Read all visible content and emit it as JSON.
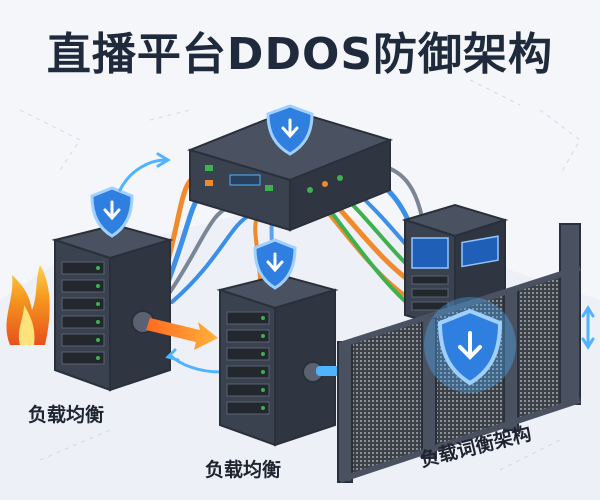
{
  "title": "直播平台DDOS防御架构",
  "labels": {
    "left_server": "负载均衡",
    "middle_server": "负载均衡",
    "gate": "负载词衡架构"
  },
  "colors": {
    "title": "#1f2a3c",
    "server_body": "#3a4250",
    "server_dark": "#2a303b",
    "shield": "#2f7fe0",
    "cable_orange": "#f08a2a",
    "cable_blue": "#3b8fe8",
    "cable_green": "#3fb04f",
    "fire": "#f59a1f",
    "accent_cyan": "#4fb3ff"
  },
  "icons": [
    "shield-icon",
    "fire-icon",
    "arrow-icon",
    "server-icon",
    "gate-icon"
  ]
}
